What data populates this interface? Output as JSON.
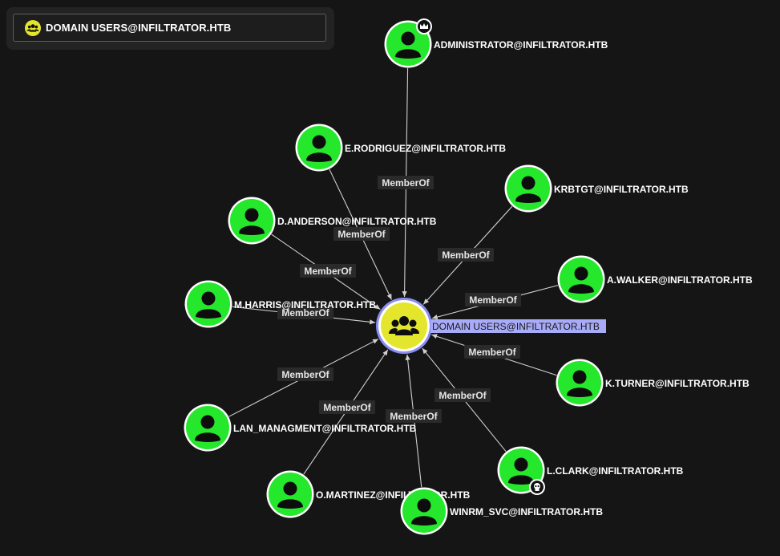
{
  "search": {
    "value": "DOMAIN USERS@INFILTRATOR.HTB",
    "icon": "group-icon"
  },
  "colors": {
    "background": "#151515",
    "user_node": "#25e72c",
    "group_node": "#e3e62d",
    "highlight_ring": "#8a8ef0",
    "center_label_bg": "#a8abf7",
    "edge": "#cfcfcf",
    "edge_label_bg": "#2a2a2a"
  },
  "graph": {
    "center": {
      "id": "domain_users",
      "label": "DOMAIN USERS@INFILTRATOR.HTB",
      "type": "group",
      "icon": "group-icon",
      "selected": true
    },
    "edge_label": "MemberOf",
    "nodes": [
      {
        "id": "administrator",
        "label": "ADMINISTRATOR@INFILTRATOR.HTB",
        "type": "user",
        "icon": "user-icon",
        "badge": "crown-icon"
      },
      {
        "id": "e_rodriguez",
        "label": "E.RODRIGUEZ@INFILTRATOR.HTB",
        "type": "user",
        "icon": "user-icon"
      },
      {
        "id": "krbtgt",
        "label": "KRBTGT@INFILTRATOR.HTB",
        "type": "user",
        "icon": "user-icon"
      },
      {
        "id": "d_anderson",
        "label": "D.ANDERSON@INFILTRATOR.HTB",
        "type": "user",
        "icon": "user-icon"
      },
      {
        "id": "a_walker",
        "label": "A.WALKER@INFILTRATOR.HTB",
        "type": "user",
        "icon": "user-icon"
      },
      {
        "id": "m_harris",
        "label": "M.HARRIS@INFILTRATOR.HTB",
        "type": "user",
        "icon": "user-icon"
      },
      {
        "id": "k_turner",
        "label": "K.TURNER@INFILTRATOR.HTB",
        "type": "user",
        "icon": "user-icon"
      },
      {
        "id": "lan_managment",
        "label": "LAN_MANAGMENT@INFILTRATOR.HTB",
        "type": "user",
        "icon": "user-icon"
      },
      {
        "id": "l_clark",
        "label": "L.CLARK@INFILTRATOR.HTB",
        "type": "user",
        "icon": "user-icon",
        "badge": "skull-icon"
      },
      {
        "id": "o_martinez",
        "label": "O.MARTINEZ@INFILTRATOR.HTB",
        "type": "user",
        "icon": "user-icon"
      },
      {
        "id": "winrm_svc",
        "label": "WINRM_SVC@INFILTRATOR.HTB",
        "type": "user",
        "icon": "user-icon"
      }
    ]
  }
}
